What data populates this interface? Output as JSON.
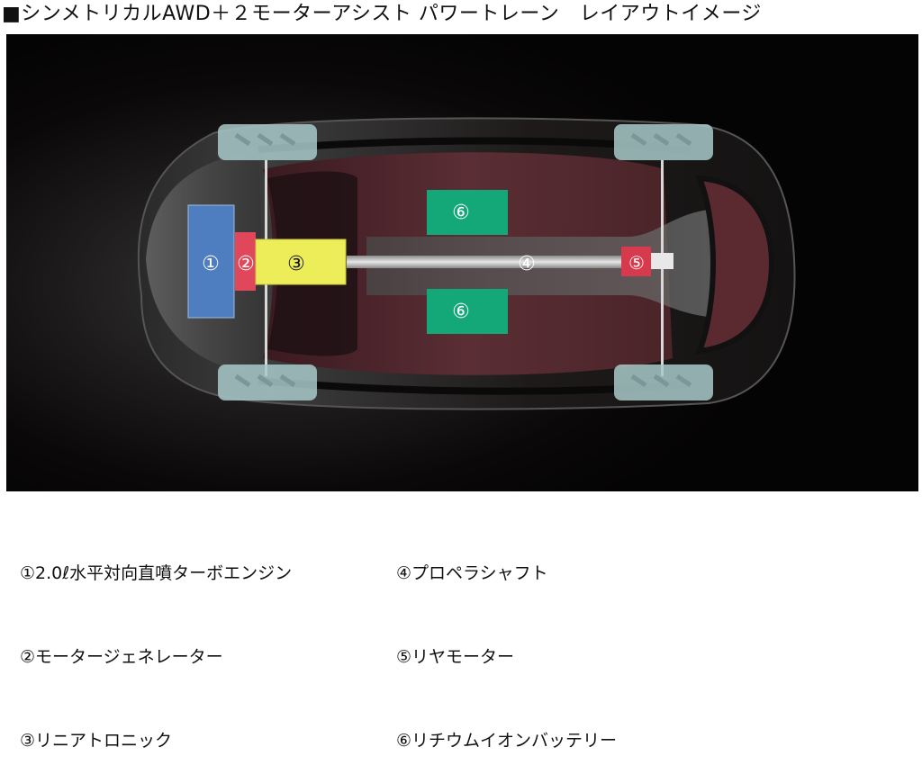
{
  "title": {
    "bullet": "■",
    "text": "シンメトリカルAWD＋２モーターアシスト パワートレーン　レイアウトイメージ"
  },
  "diagram": {
    "subject": "car-top-view",
    "components": [
      {
        "id": "1",
        "marker": "①",
        "color": "#4f7ec0",
        "label": "2.0ℓ水平対向直噴ターボエンジン"
      },
      {
        "id": "2",
        "marker": "②",
        "color": "#e0475a",
        "label": "モータージェネレーター"
      },
      {
        "id": "3",
        "marker": "③",
        "color": "#eded5a",
        "label": "リニアトロニック"
      },
      {
        "id": "4",
        "marker": "④",
        "color": "#bdbdbd",
        "label": "プロペラシャフト"
      },
      {
        "id": "5",
        "marker": "⑤",
        "color": "#d63a4c",
        "label": "リヤモーター"
      },
      {
        "id": "6",
        "marker": "⑥",
        "color": "#14a878",
        "label": "リチウムイオンバッテリー"
      }
    ],
    "battery_markers": [
      "⑥",
      "⑥"
    ],
    "tire_color": "#a9c9c9"
  },
  "legend": {
    "left": [
      {
        "marker": "①",
        "text": "2.0ℓ水平対向直噴ターボエンジン"
      },
      {
        "marker": "②",
        "text": "モータージェネレーター"
      },
      {
        "marker": "③",
        "text": "リニアトロニック"
      }
    ],
    "right": [
      {
        "marker": "④",
        "text": "プロペラシャフト"
      },
      {
        "marker": "⑤",
        "text": "リヤモーター"
      },
      {
        "marker": "⑥",
        "text": "リチウムイオンバッテリー"
      }
    ]
  }
}
